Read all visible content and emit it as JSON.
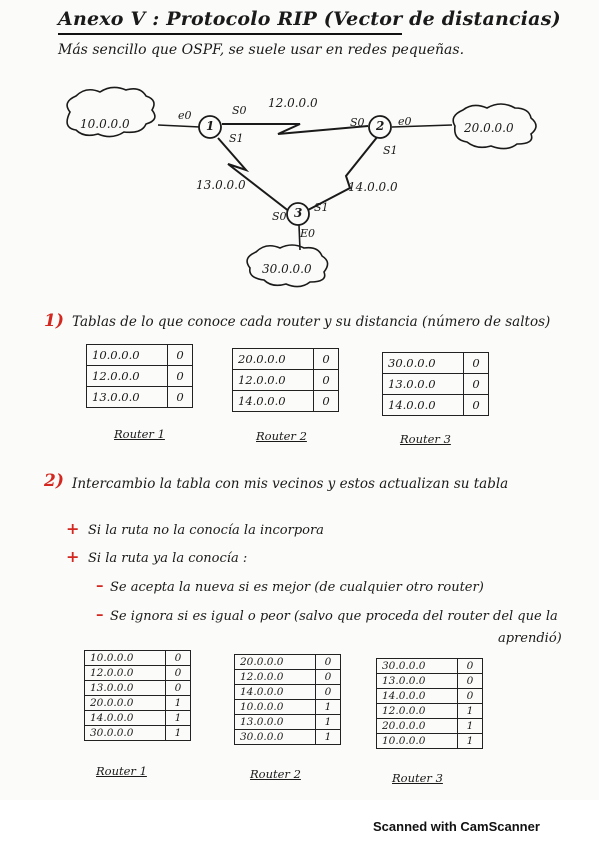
{
  "title": "Anexo V : Protocolo RIP (Vector de distancias)",
  "subtitle": "Más sencillo que OSPF, se suele usar en redes pequeñas.",
  "diagram": {
    "routers": [
      "1",
      "2",
      "3"
    ],
    "networks": [
      "10.0.0.0",
      "20.0.0.0",
      "30.0.0.0"
    ],
    "links": [
      "12.0.0.0",
      "13.0.0.0",
      "14.0.0.0"
    ],
    "interfaces": {
      "r1_e0": "e0",
      "r1_s0": "S0",
      "r1_s1": "S1",
      "r2_s0": "S0",
      "r2_e0": "e0",
      "r2_s1": "S1",
      "r3_s0": "S0",
      "r3_s1": "S1",
      "r3_e0": "E0"
    }
  },
  "step1": {
    "number": "1)",
    "text": "Tablas de lo que conoce cada router y su distancia (número de saltos)",
    "tables": [
      {
        "label": "Router 1",
        "rows": [
          [
            "10.0.0.0",
            "0"
          ],
          [
            "12.0.0.0",
            "0"
          ],
          [
            "13.0.0.0",
            "0"
          ]
        ]
      },
      {
        "label": "Router 2",
        "rows": [
          [
            "20.0.0.0",
            "0"
          ],
          [
            "12.0.0.0",
            "0"
          ],
          [
            "14.0.0.0",
            "0"
          ]
        ]
      },
      {
        "label": "Router 3",
        "rows": [
          [
            "30.0.0.0",
            "0"
          ],
          [
            "13.0.0.0",
            "0"
          ],
          [
            "14.0.0.0",
            "0"
          ]
        ]
      }
    ]
  },
  "step2": {
    "number": "2)",
    "text": "Intercambio la tabla con mis vecinos y estos actualizan su tabla",
    "bullet1": "Si la ruta no la conocía la incorpora",
    "bullet2": "Si la ruta ya la conocía :",
    "sub1": "Se acepta la nueva si es mejor (de cualquier otro router)",
    "sub2_line1": "Se ignora si es igual o peor (salvo que proceda del router del que la",
    "sub2_line2": "aprendió)",
    "tables": [
      {
        "label": "Router 1",
        "rows": [
          [
            "10.0.0.0",
            "0"
          ],
          [
            "12.0.0.0",
            "0"
          ],
          [
            "13.0.0.0",
            "0"
          ],
          [
            "20.0.0.0",
            "1"
          ],
          [
            "14.0.0.0",
            "1"
          ],
          [
            "30.0.0.0",
            "1"
          ]
        ]
      },
      {
        "label": "Router 2",
        "rows": [
          [
            "20.0.0.0",
            "0"
          ],
          [
            "12.0.0.0",
            "0"
          ],
          [
            "14.0.0.0",
            "0"
          ],
          [
            "10.0.0.0",
            "1"
          ],
          [
            "13.0.0.0",
            "1"
          ],
          [
            "30.0.0.0",
            "1"
          ]
        ]
      },
      {
        "label": "Router 3",
        "rows": [
          [
            "30.0.0.0",
            "0"
          ],
          [
            "13.0.0.0",
            "0"
          ],
          [
            "14.0.0.0",
            "0"
          ],
          [
            "12.0.0.0",
            "1"
          ],
          [
            "20.0.0.0",
            "1"
          ],
          [
            "10.0.0.0",
            "1"
          ]
        ]
      }
    ]
  },
  "footer": "Scanned with CamScanner",
  "colors": {
    "accent": "#d3271f",
    "ink": "#1a1a1a"
  }
}
